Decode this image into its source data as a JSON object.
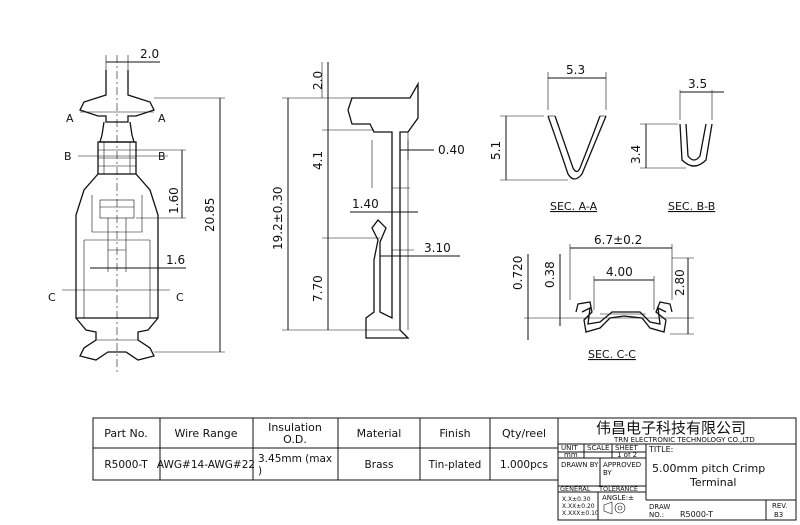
{
  "front_view": {
    "dim_top": "2.0",
    "dim_height": "20.85",
    "dim_mid": "1.60",
    "dim_width": "1.6",
    "sec_a": "A",
    "sec_b": "B",
    "sec_c": "C"
  },
  "side_view": {
    "dim_total": "19.2±0.30",
    "dim_a": "2.0",
    "dim_b": "4.1",
    "dim_c": "7.70",
    "dim_d": "0.40",
    "dim_e": "1.40",
    "dim_f": "3.10"
  },
  "sec_aa": {
    "width": "5.3",
    "height": "5.1",
    "label": "SEC. A-A"
  },
  "sec_bb": {
    "width": "3.5",
    "height": "3.4",
    "label": "SEC. B-B"
  },
  "sec_cc": {
    "width_outer": "6.7±0.2",
    "width_inner": "4.00",
    "height_left": "0.720",
    "height_mid": "0.38",
    "height_right": "2.80",
    "label": "SEC. C-C"
  },
  "spec_table": {
    "headers": [
      "Part No.",
      "Wire Range",
      "Insulation O.D.",
      "Material",
      "Finish",
      "Qty/reel"
    ],
    "header_insulation_l1": "Insulation",
    "header_insulation_l2": "O.D.",
    "row": {
      "part_no": "R5000-T",
      "wire_range": "AWG#14-AWG#22",
      "insulation_l1": "3.45mm (max",
      "insulation_l2": ")",
      "material": "Brass",
      "finish": "Tin-plated",
      "qty": "1.000pcs"
    }
  },
  "title_block": {
    "company_cn": "伟昌电子科技有限公司",
    "company_en": "TRN ELECTRONIC TECHNOLOGY CO.,LTD",
    "unit": "UNIT",
    "unit_val": "mm",
    "scale": "SCALE",
    "sheet": "SHEET",
    "sheet_val": "1 of 2",
    "title_label": "TITLE:",
    "drawn_by": "DRAWN BY",
    "approved_l1": "APPROVED",
    "approved_l2": "BY",
    "title_l1": "5.00mm pitch Crimp",
    "title_l2": "Terminal",
    "general": "GENERAL",
    "tolerance": "TOLERANCE",
    "tol_1": "X.X±0.30",
    "tol_2": "X.XX±0.20",
    "tol_3": "X.XXX±0.10",
    "angle": "ANGLE:±",
    "draw_no_l1": "DRAW",
    "draw_no_l2": "NO.:",
    "draw_no_val": "R5000-T",
    "rev": "REV.",
    "rev_val": "B3"
  }
}
